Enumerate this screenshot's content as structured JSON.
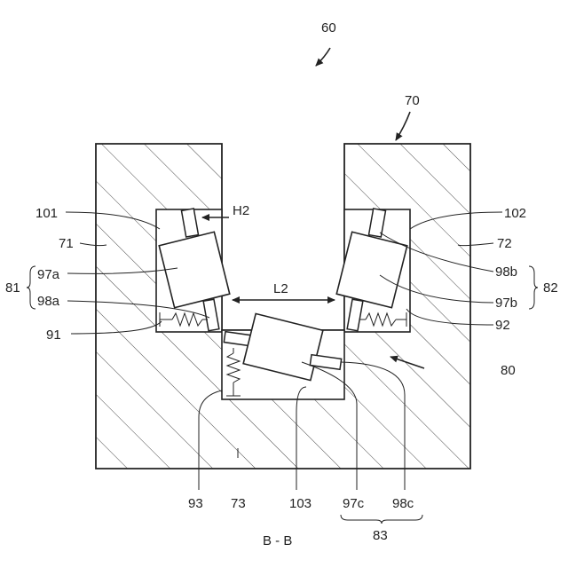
{
  "labels": {
    "assembly": "60",
    "body": "70",
    "block_left": "71",
    "block_right": "72",
    "block_bottom": "73",
    "unit": "80",
    "group_left": "81",
    "group_right": "82",
    "group_bottom": "83",
    "spring_left": "91",
    "spring_right": "92",
    "spring_bottom": "93",
    "roller_left": "97a",
    "roller_right": "97b",
    "roller_bottom": "97c",
    "pin_left": "98a",
    "pin_right": "98b",
    "pin_bottom": "98c",
    "recess_left": "101",
    "recess_right": "102",
    "recess_bottom": "103",
    "gap_h": "H2",
    "gap_l": "L2",
    "section": "B - B"
  }
}
